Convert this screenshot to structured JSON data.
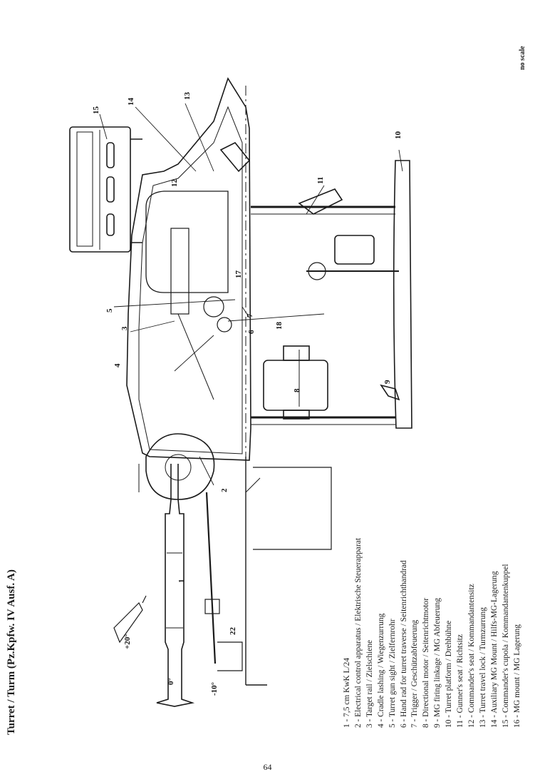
{
  "title": "Turret / Turm (Pz.Kpfw. IV Ausf. A)",
  "scale_note": "no scale",
  "page_number": "64",
  "legend": [
    "1 - 7,5 cm KwK L/24",
    "2 - Electrical control apparatus / Elektrische Steuerapparat",
    "3 - Target rail / Zielschiene",
    "4 - Cradle lashing / Wiegenzurrung",
    "5 - Turret gun sight / Zielfernrohr",
    "6 - Hand rad for turret traverse / Seitenrichthandrad",
    "7 - Trigger / Geschützabfeuerung",
    "8 - Directional motor / Seitenrichtmotor",
    "9 - MG firing linkage / MG Abfeuerung",
    "10 - Turret platform / Drehbühne",
    "11 - Gunner's seat / Richtsitz",
    "12 - Commander's seat / Kommandantensitz",
    "13 - Turret travel lock / Turmzurrung",
    "14 - Auxiliary MG Mount / Hilfs-MG-Lagerung",
    "15 - Commander's cupola / Kommandantenkuppel",
    "16 - MG mount / MG Lagerung"
  ],
  "callouts": [
    "1",
    "2",
    "3",
    "4",
    "5",
    "6",
    "7",
    "8",
    "9",
    "10",
    "11",
    "12",
    "13",
    "14",
    "15",
    "17",
    "18",
    "22"
  ],
  "elevation_labels": {
    "up": "+20°",
    "level": "0°",
    "down": "-10°"
  },
  "colors": {
    "ink": "#1a1a1a",
    "paper": "#ffffff"
  }
}
